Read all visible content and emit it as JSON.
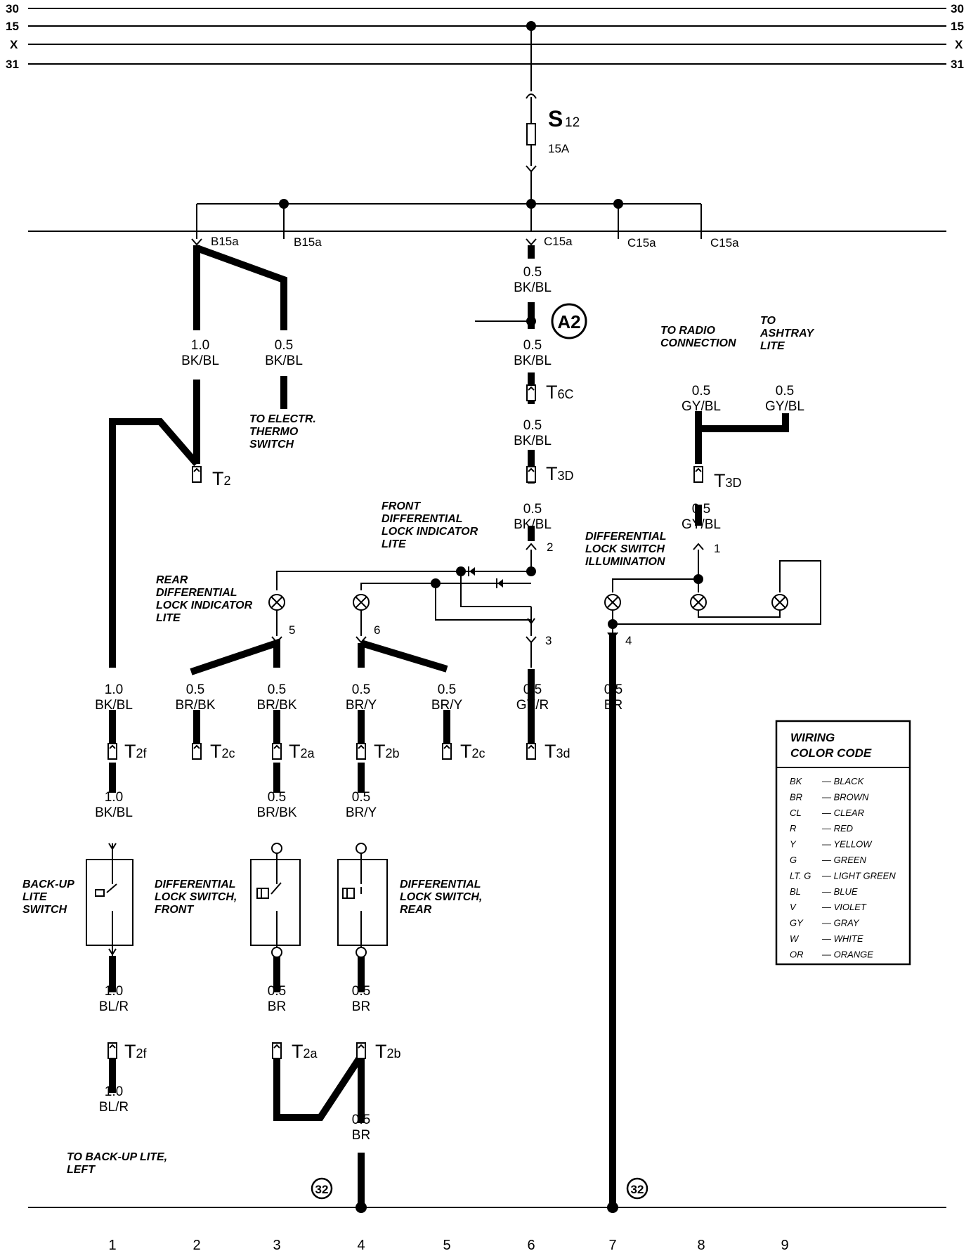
{
  "bus_lines": {
    "left": [
      "30",
      "15",
      "X",
      "31"
    ],
    "right": [
      "30",
      "15",
      "X",
      "31"
    ]
  },
  "fuse": {
    "id_main": "S",
    "id_sub": "12",
    "rating": "15A"
  },
  "bus_points": [
    "B15a",
    "B15a",
    "C15a",
    "C15a",
    "C15a"
  ],
  "ground_ref": "A2",
  "wires": {
    "w1": [
      "1.0",
      "BK/BL"
    ],
    "w2": [
      "0.5",
      "BK/BL"
    ],
    "w3": [
      "0.5",
      "BK/BL"
    ],
    "w4": [
      "0.5",
      "BK/BL"
    ],
    "w5": [
      "0.5",
      "BK/BL"
    ],
    "w6": [
      "0.5",
      "BK/BL"
    ],
    "w7": [
      "0.5",
      "GY/BL"
    ],
    "w8": [
      "0.5",
      "GY/BL"
    ],
    "w9": [
      "0.5",
      "GY/BL"
    ],
    "w10": [
      "1.0",
      "BK/BL"
    ],
    "w11": [
      "0.5",
      "BR/BK"
    ],
    "w12": [
      "0.5",
      "BR/BK"
    ],
    "w13": [
      "0.5",
      "BR/Y"
    ],
    "w14": [
      "0.5",
      "BR/Y"
    ],
    "w15": [
      "0.5",
      "GY/R"
    ],
    "w16": [
      "0.5",
      "BR"
    ],
    "w17": [
      "1.0",
      "BK/BL"
    ],
    "w18": [
      "0.5",
      "BR/BK"
    ],
    "w19": [
      "0.5",
      "BR/Y"
    ],
    "w20": [
      "1.0",
      "BL/R"
    ],
    "w21": [
      "0.5",
      "BR"
    ],
    "w22": [
      "0.5",
      "BR"
    ],
    "w23": [
      "1.0",
      "BL/R"
    ],
    "w24": [
      "0.5",
      "BR"
    ]
  },
  "connectors": {
    "t6c": [
      "T",
      "6C"
    ],
    "t3d_a": [
      "T",
      "3D"
    ],
    "t3d_b": [
      "T",
      "3D"
    ],
    "t2": [
      "T",
      "2"
    ],
    "t2f_a": [
      "T",
      "2f"
    ],
    "t2c_a": [
      "T",
      "2c"
    ],
    "t2a_a": [
      "T",
      "2a"
    ],
    "t2b_a": [
      "T",
      "2b"
    ],
    "t2c_b": [
      "T",
      "2c"
    ],
    "t3d_c": [
      "T",
      "3d"
    ],
    "t2f_b": [
      "T",
      "2f"
    ],
    "t2a_b": [
      "T",
      "2a"
    ],
    "t2b_b": [
      "T",
      "2b"
    ]
  },
  "pins": [
    "2",
    "1",
    "5",
    "6",
    "3",
    "4"
  ],
  "notes": {
    "radio": [
      "TO RADIO",
      "CONNECTION"
    ],
    "ashtray": [
      "TO",
      "ASHTRAY",
      "LITE"
    ],
    "thermo": [
      "TO ELECTR.",
      "THERMO",
      "SWITCH"
    ],
    "front_lite": [
      "FRONT",
      "DIFFERENTIAL",
      "LOCK INDICATOR",
      "LITE"
    ],
    "rear_lite": [
      "REAR",
      "DIFFERENTIAL",
      "LOCK INDICATOR",
      "LITE"
    ],
    "illum": [
      "DIFFERENTIAL",
      "LOCK SWITCH",
      "ILLUMINATION"
    ],
    "backup_sw": [
      "BACK-UP",
      "LITE",
      "SWITCH"
    ],
    "diff_front": [
      "DIFFERENTIAL",
      "LOCK SWITCH,",
      "FRONT"
    ],
    "diff_rear": [
      "DIFFERENTIAL",
      "LOCK SWITCH,",
      "REAR"
    ],
    "backup_left": [
      "TO BACK-UP LITE,",
      "LEFT"
    ]
  },
  "ground_marks": [
    "32",
    "32"
  ],
  "legend": {
    "title": [
      "WIRING",
      "COLOR CODE"
    ],
    "entries": [
      [
        "BK",
        "— BLACK"
      ],
      [
        "BR",
        "— BROWN"
      ],
      [
        "CL",
        "— CLEAR"
      ],
      [
        "R",
        "— RED"
      ],
      [
        "Y",
        "— YELLOW"
      ],
      [
        "G",
        "— GREEN"
      ],
      [
        "LT. G",
        "— LIGHT GREEN"
      ],
      [
        "BL",
        "— BLUE"
      ],
      [
        "V",
        "— VIOLET"
      ],
      [
        "GY",
        "— GRAY"
      ],
      [
        "W",
        "— WHITE"
      ],
      [
        "OR",
        "— ORANGE"
      ]
    ]
  },
  "columns": [
    "1",
    "2",
    "3",
    "4",
    "5",
    "6",
    "7",
    "8",
    "9"
  ]
}
